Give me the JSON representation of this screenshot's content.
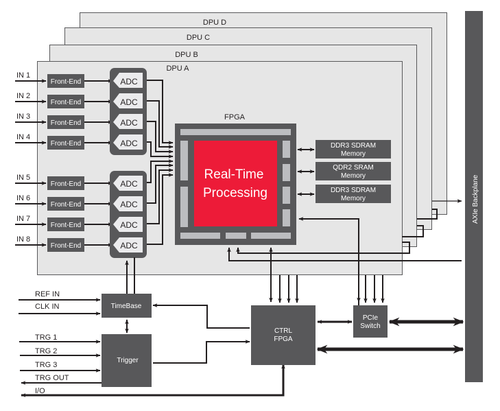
{
  "diagram": {
    "dpu_cards": [
      "DPU D",
      "DPU C",
      "DPU B",
      "DPU A"
    ],
    "inputs_top": [
      "IN 1",
      "IN 2",
      "IN 3",
      "IN 4"
    ],
    "inputs_bottom": [
      "IN 5",
      "IN 6",
      "IN 7",
      "IN 8"
    ],
    "front_end_label": "Front-End",
    "adc_label": "ADC",
    "fpga": {
      "title": "FPGA",
      "core_line1": "Real-Time",
      "core_line2": "Processing",
      "core_color": "#ed1b38"
    },
    "memories": [
      {
        "line1": "DDR3 SDRAM",
        "line2": "Memory"
      },
      {
        "line1": "QDR2 SRAM",
        "line2": "Memory"
      },
      {
        "line1": "DDR3 SDRAM",
        "line2": "Memory"
      }
    ],
    "backplane_label": "AXIe Backplane",
    "timebase": {
      "label": "TimeBase",
      "inputs": [
        "REF IN",
        "CLK IN"
      ]
    },
    "trigger": {
      "label": "Trigger",
      "inputs": [
        "TRG 1",
        "TRG 2",
        "TRG 3"
      ],
      "output": "TRG OUT"
    },
    "io_label": "I/O",
    "ctrl_fpga": {
      "line1": "CTRL",
      "line2": "FPGA"
    },
    "pcie_switch": {
      "line1": "PCIe",
      "line2": "Switch"
    },
    "colors": {
      "block": "#58585a",
      "card_fill": "#e6e6e6",
      "card_stroke": "#58585a",
      "adc_fill": "#ebebed",
      "fpga_port": "#bcbdc0",
      "wire": "#231f20"
    }
  }
}
